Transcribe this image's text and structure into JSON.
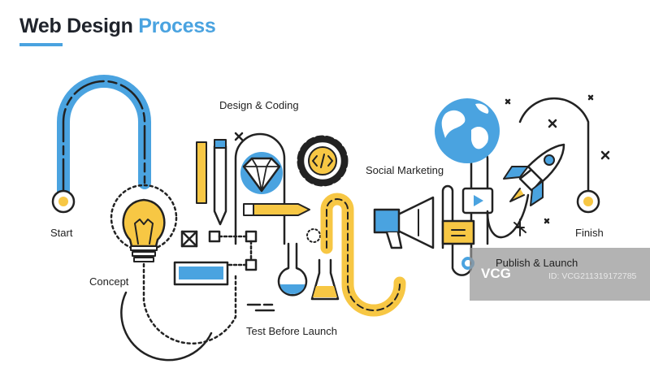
{
  "title": {
    "main": "Web Design",
    "accent": "Process"
  },
  "steps": {
    "start": "Start",
    "concept": "Concept",
    "design_coding": "Design & Coding",
    "test": "Test Before Launch",
    "social": "Social Marketing",
    "publish": "Publish & Launch",
    "finish": "Finish"
  },
  "watermark": {
    "logo": "VCG",
    "id": "ID: VCG211319172785"
  },
  "colors": {
    "blue": "#4aa3e0",
    "yellow": "#f7c744",
    "dark": "#222222"
  }
}
